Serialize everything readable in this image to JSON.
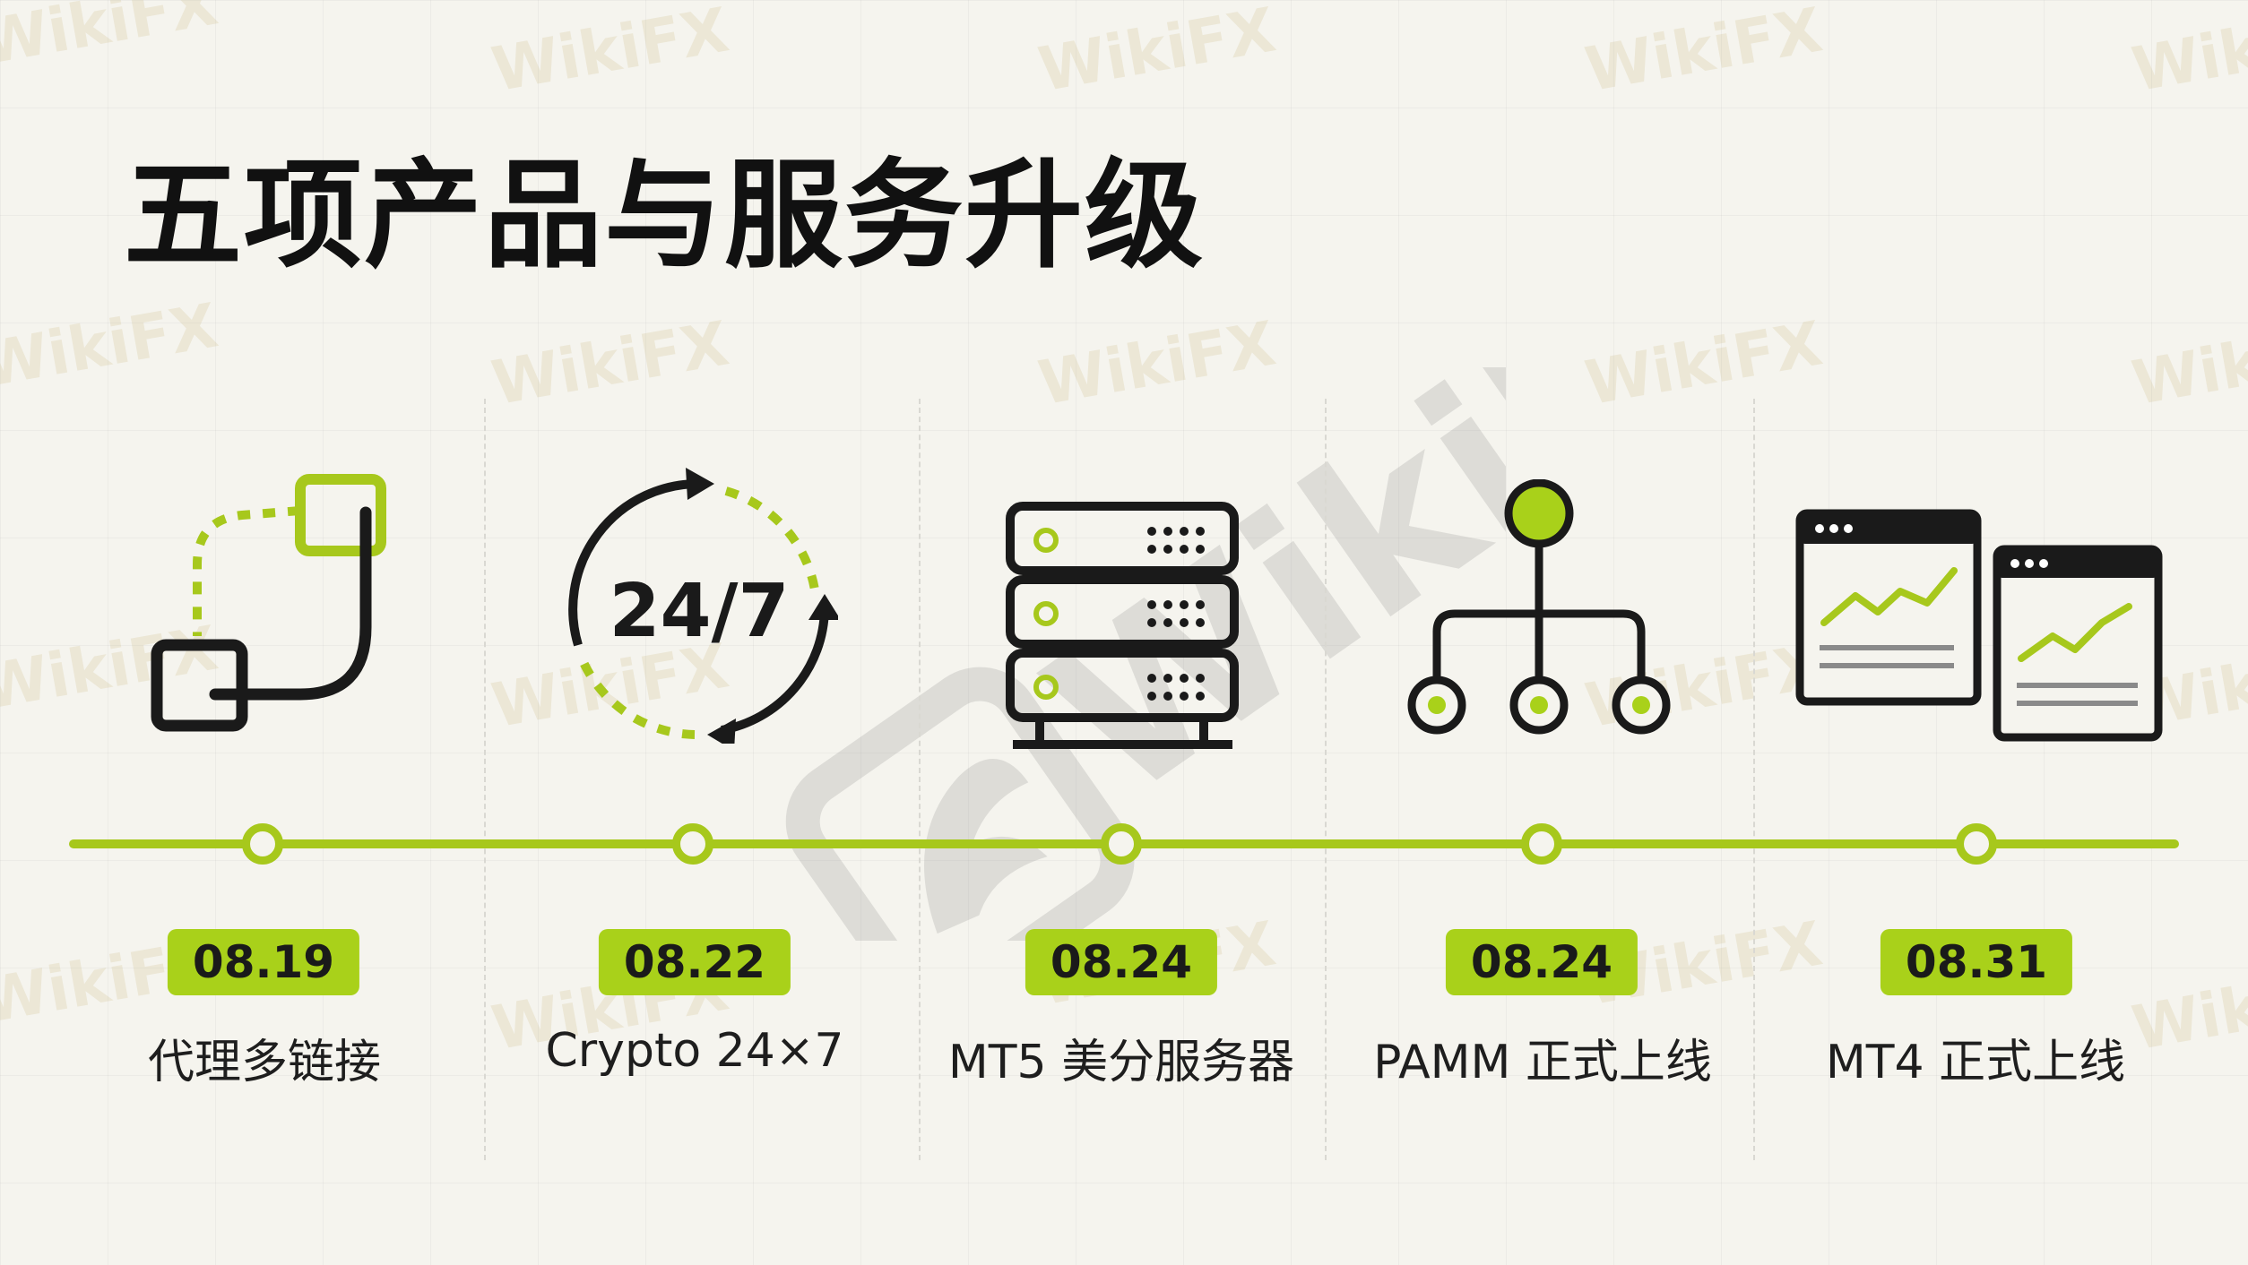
{
  "title": "五项产品与服务升级",
  "watermark_text": "WikiFX",
  "colors": {
    "accent": "#a7c81c",
    "badge": "#a9d11a",
    "ink": "#1a1a1a",
    "background": "#f5f4ee"
  },
  "milestones": [
    {
      "date": "08.19",
      "label": "代理多链接",
      "icon": "linked-squares-icon"
    },
    {
      "date": "08.22",
      "label": "Crypto 24×7",
      "icon_text": "24/7",
      "icon": "cycle-arrows-icon"
    },
    {
      "date": "08.24",
      "label": "MT5 美分服务器",
      "icon": "server-rack-icon"
    },
    {
      "date": "08.24",
      "label": "PAMM 正式上线",
      "icon": "hierarchy-tree-icon"
    },
    {
      "date": "08.31",
      "label": "MT4 正式上线",
      "icon": "trading-windows-icon"
    }
  ]
}
